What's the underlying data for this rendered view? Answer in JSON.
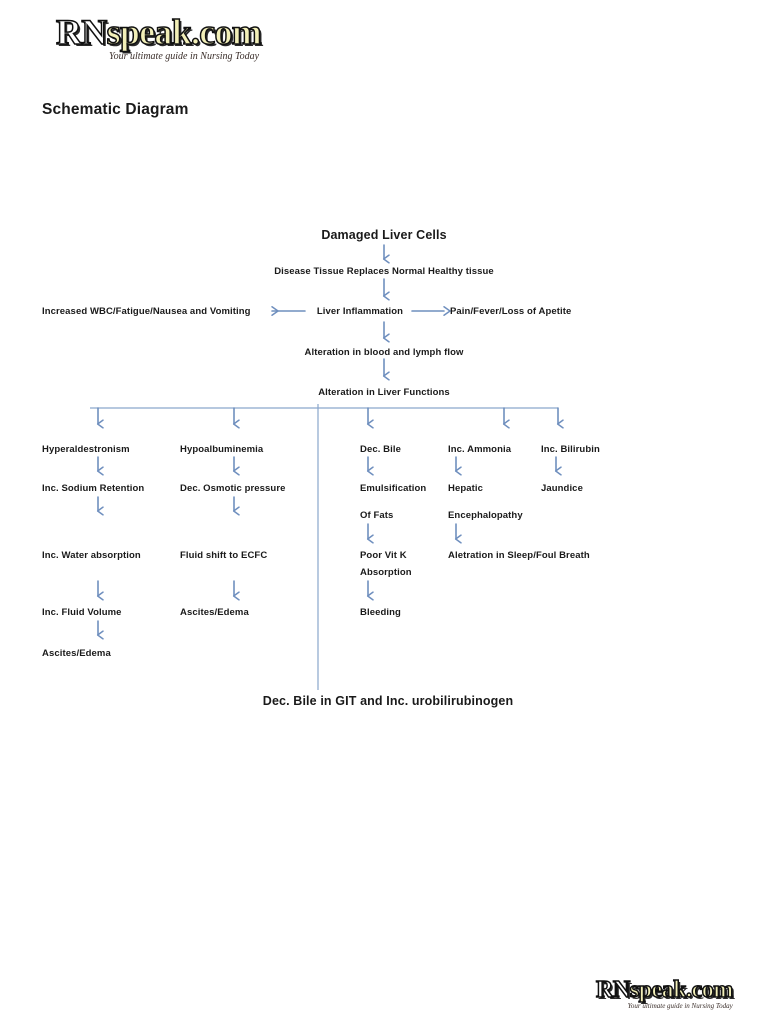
{
  "page": {
    "background": "#ffffff",
    "title": "Schematic Diagram",
    "arrow_color": "#6f8fbe",
    "line_color": "#8aa6cc",
    "text_color": "#1a1a1a"
  },
  "logo": {
    "name": "rnspeak-logo",
    "part1": "RN",
    "part2": "speak.com",
    "tagline": "Your ultimate guide in Nursing Today",
    "color_part1": "#ffffff",
    "color_part2": "#f2efb8",
    "outline": "#111111"
  },
  "chart_data": {
    "type": "diagram",
    "title": "Schematic Diagram",
    "root": "Damaged Liver Cells",
    "nodes": [
      {
        "id": "n1",
        "label": "Damaged Liver Cells"
      },
      {
        "id": "n2",
        "label": "Disease Tissue Replaces Normal Healthy tissue"
      },
      {
        "id": "n3",
        "label": "Liver Inflammation"
      },
      {
        "id": "n4",
        "label": "Increased WBC/Fatigue/Nausea and Vomiting"
      },
      {
        "id": "n5",
        "label": "Pain/Fever/Loss of Apetite"
      },
      {
        "id": "n6",
        "label": "Alteration in blood and lymph flow"
      },
      {
        "id": "n7",
        "label": "Alteration in Liver Functions"
      },
      {
        "id": "n8",
        "label": "Dec. Bile in GIT and Inc. urobilirubinogen"
      }
    ],
    "branches": [
      {
        "name": "branch-hyperaldestronism",
        "steps": [
          "Hyperaldestronism",
          "Inc. Sodium Retention",
          "Inc. Water absorption",
          "Inc. Fluid Volume",
          "Ascites/Edema"
        ]
      },
      {
        "name": "branch-hypoalbuminemia",
        "steps": [
          "Hypoalbuminemia",
          "Dec. Osmotic pressure",
          "Fluid shift to ECFC",
          "Ascites/Edema"
        ]
      },
      {
        "name": "branch-dec-bile",
        "steps": [
          "Dec. Bile",
          "Emulsification",
          "Of Fats",
          "Poor Vit K",
          "Absorption",
          "Bleeding"
        ]
      },
      {
        "name": "branch-inc-ammonia",
        "steps": [
          "Inc. Ammonia",
          "Hepatic",
          "Encephalopathy",
          "Aletration in Sleep/Foul Breath"
        ]
      },
      {
        "name": "branch-inc-bilirubin",
        "steps": [
          "Inc. Bilirubin",
          "Jaundice"
        ]
      }
    ],
    "edges": [
      {
        "from": "Damaged Liver Cells",
        "to": "Disease Tissue Replaces Normal Healthy tissue",
        "dir": "down"
      },
      {
        "from": "Disease Tissue Replaces Normal Healthy tissue",
        "to": "Liver Inflammation",
        "dir": "down"
      },
      {
        "from": "Liver Inflammation",
        "to": "Increased WBC/Fatigue/Nausea and Vomiting",
        "dir": "left"
      },
      {
        "from": "Liver Inflammation",
        "to": "Pain/Fever/Loss of Apetite",
        "dir": "right"
      },
      {
        "from": "Liver Inflammation",
        "to": "Alteration in blood and lymph flow",
        "dir": "down"
      },
      {
        "from": "Alteration in blood and lymph flow",
        "to": "Alteration in Liver Functions",
        "dir": "down"
      },
      {
        "from": "Alteration in Liver Functions",
        "to": "5 branches",
        "dir": "split"
      }
    ]
  },
  "diagram": {
    "root": "Damaged Liver Cells",
    "disease_tissue": "Disease Tissue Replaces Normal Healthy tissue",
    "wbc": "Increased WBC/Fatigue/Nausea and Vomiting",
    "inflammation": "Liver Inflammation",
    "pain": "Pain/Fever/Loss of Apetite",
    "blood_lymph": "Alteration in blood and lymph flow",
    "liver_functions": "Alteration in Liver Functions",
    "col1": {
      "s1": "Hyperaldestronism",
      "s2": "Inc. Sodium Retention",
      "s3": "Inc. Water absorption",
      "s4": "Inc. Fluid Volume",
      "s5": "Ascites/Edema"
    },
    "col2": {
      "s1": "Hypoalbuminemia",
      "s2": "Dec. Osmotic pressure",
      "s3": "Fluid shift to ECFC",
      "s4": "Ascites/Edema"
    },
    "col3": {
      "s1": "Dec. Bile",
      "s2": "Emulsification",
      "s3": "Of Fats",
      "s4a": "Poor Vit K",
      "s4b": "Absorption",
      "s5": "Bleeding"
    },
    "col4": {
      "s1": "Inc. Ammonia",
      "s2": "Hepatic",
      "s3": "Encephalopathy",
      "s4": "Aletration in Sleep/Foul Breath"
    },
    "col5": {
      "s1": "Inc. Bilirubin",
      "s2": "Jaundice"
    },
    "footer": "Dec. Bile in GIT and Inc. urobilirubinogen"
  }
}
